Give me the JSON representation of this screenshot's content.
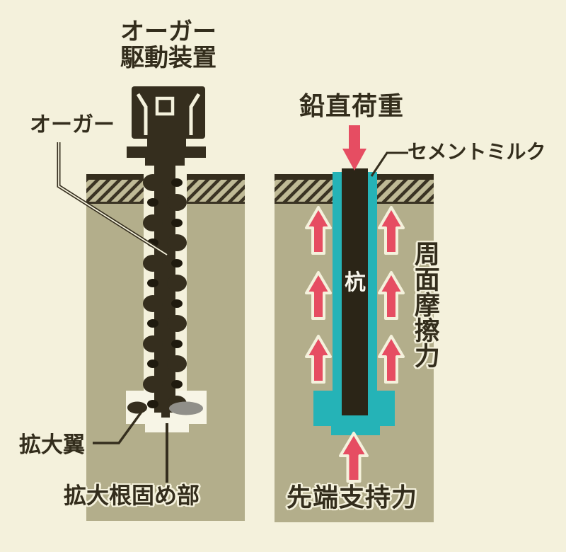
{
  "left_diagram": {
    "title": {
      "line1": "オーガー",
      "line2": "駆動装置"
    },
    "auger_label": "オーガー",
    "wing_label": "拡大翼",
    "root_label": "拡大根固め部"
  },
  "right_diagram": {
    "load_label": "鉛直荷重",
    "cement_label": "セメントミルク",
    "pile_label": "杭",
    "friction_label": "周面摩擦力",
    "tip_label": "先端支持力"
  },
  "icons": {
    "vertical_load_arrow": "down-arrow",
    "friction_arrows": "up-arrow",
    "tip_support_arrow": "up-arrow"
  },
  "colors": {
    "background": "#f4f1dc",
    "ground": "#b3ae8b",
    "hatch_light": "#bfba96",
    "dark": "#352e1e",
    "cyan_cement": "#25b3b7",
    "arrow_red": "#e64d62",
    "arrow_outline": "#f4f1dc",
    "wing_gray": "#908f89",
    "root_white": "#f7f5e6",
    "pile_text": "#faf8ee"
  }
}
